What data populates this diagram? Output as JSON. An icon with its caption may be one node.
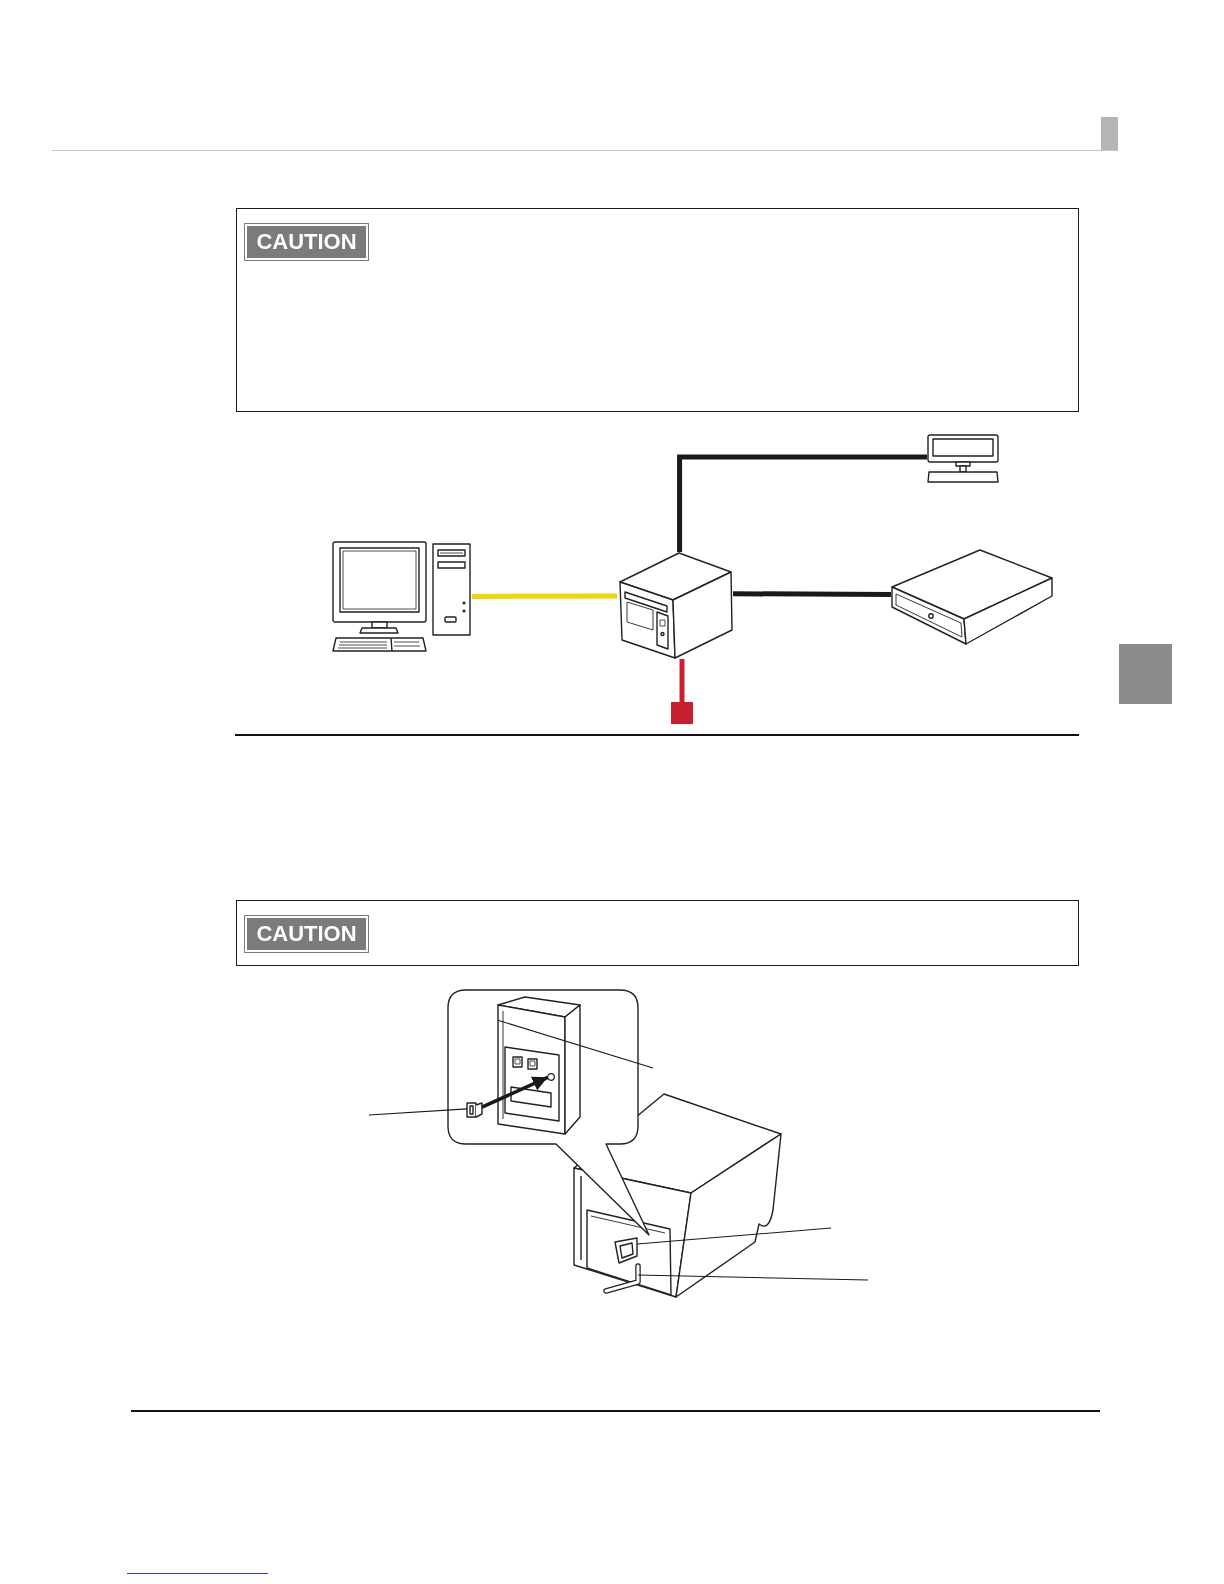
{
  "diagram": {
    "nodes": [
      {
        "text": [],
        "shape": "box"
      },
      {
        "text": [
          "CAUTION"
        ],
        "in": 0
      },
      {
        "text": [],
        "shape": "picture"
      },
      {
        "text": [],
        "shape": "picture"
      },
      {
        "text": [],
        "shape": "picture"
      },
      {
        "text": [],
        "shape": "picture"
      },
      {
        "text": [],
        "shape": "box"
      },
      {
        "text": [],
        "shape": "box"
      },
      {
        "text": [
          "CAUTION"
        ],
        "in": 7
      },
      {
        "text": [],
        "shape": "picture"
      },
      {
        "text": [],
        "shape": "picture",
        "in": 9
      },
      {
        "text": [],
        "shape": "picture",
        "in": 9
      },
      {
        "text": [],
        "shape": "circle",
        "in": 11
      },
      {
        "text": [],
        "shape": "picture"
      },
      {
        "text": [],
        "shape": "picture",
        "in": 13
      },
      {
        "text": [],
        "shape": "picture",
        "in": 13
      }
    ],
    "edges": [
      {
        "from": 2,
        "to": 3,
        "arrow": "none",
        "color": "#f2d500"
      },
      {
        "from": 3,
        "to": 4,
        "arrow": "none"
      },
      {
        "from": 3,
        "to": 5,
        "arrow": "none"
      },
      {
        "from": 3,
        "to": 6,
        "arrow": "none",
        "color": "#c8202e"
      },
      {
        "from": null,
        "to": 10,
        "arrow": "none"
      },
      {
        "from": null,
        "to": 11,
        "arrow": "none"
      },
      {
        "from": null,
        "to": 14,
        "arrow": "none"
      },
      {
        "from": null,
        "to": 15,
        "arrow": "none"
      },
      {
        "from": 10,
        "to": 12,
        "arrow": "to"
      }
    ]
  }
}
